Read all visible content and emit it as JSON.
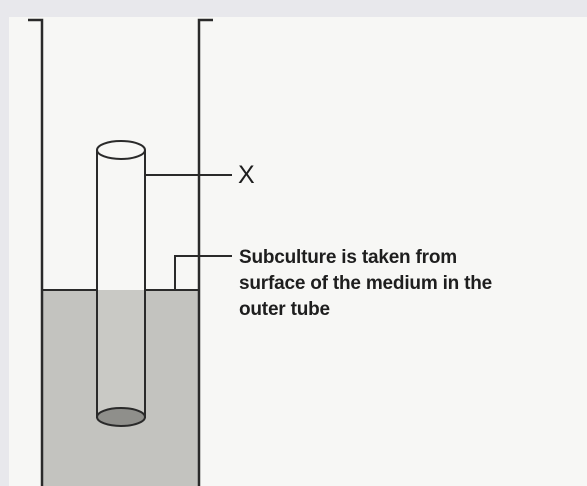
{
  "diagram": {
    "labels": {
      "inner_tube": "X",
      "note_lines": [
        "Subculture is taken from",
        "surface of the medium in the",
        "outer tube"
      ]
    },
    "colors": {
      "background": "#e8e8ec",
      "panel": "#f7f7f5",
      "medium": "#c3c3bf",
      "stroke": "#2a2a2a"
    }
  }
}
